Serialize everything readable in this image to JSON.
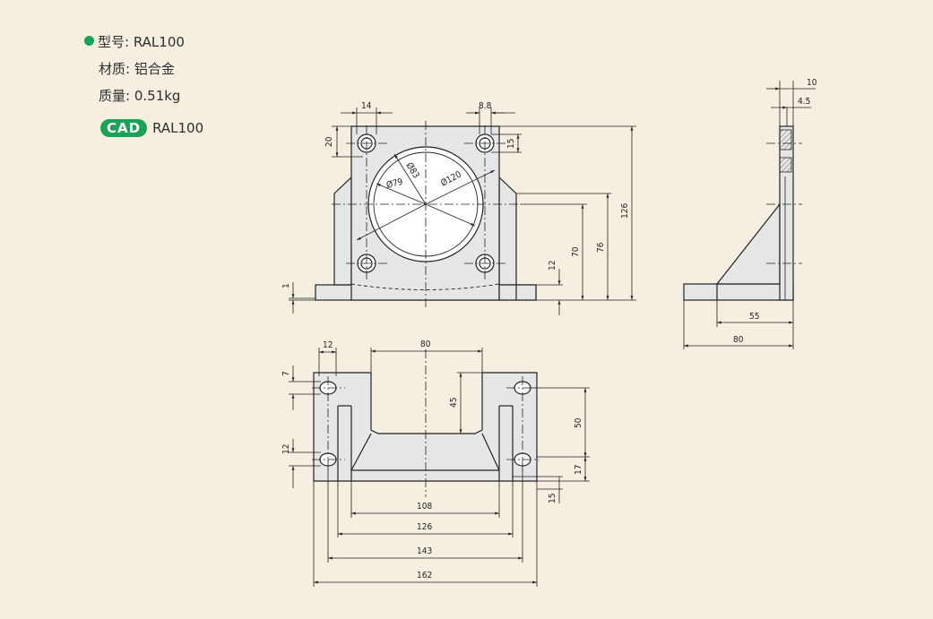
{
  "product": {
    "model_label": "型号:",
    "model_value": "RAL100",
    "material_label": "材质:",
    "material_value": "铝合金",
    "mass_label": "质量:",
    "mass_value": "0.51kg",
    "cad_badge": "CAD",
    "cad_link": "RAL100"
  },
  "colors": {
    "background": "#f4efe1",
    "accent_green": "#1aa257",
    "part_fill": "#e6e6e6",
    "line": "#222222"
  },
  "dimensions": {
    "front": {
      "hole_spacing_left": "14",
      "hole_spacing_right": "8.8",
      "hole_offset_top": "20",
      "hole_offset_right": "15",
      "dia_83": "Ø83",
      "dia_79": "Ø79",
      "dia_120": "Ø120",
      "height_126": "126",
      "height_76": "76",
      "height_70": "70",
      "height_12": "12",
      "base_1": "1"
    },
    "side": {
      "top_10": "10",
      "top_45": "4.5",
      "width_55": "55",
      "width_80": "80"
    },
    "plan": {
      "top_12": "12",
      "top_80": "80",
      "left_7": "7",
      "slot_45": "45",
      "right_50": "50",
      "left_12": "12",
      "right_17": "17",
      "right_15": "15",
      "w_108": "108",
      "w_126": "126",
      "w_143": "143",
      "w_162": "162"
    }
  }
}
